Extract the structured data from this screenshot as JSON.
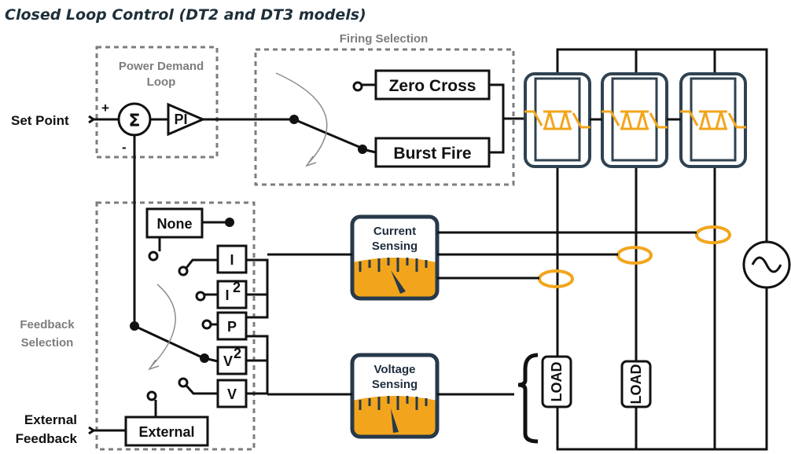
{
  "title": "Closed Loop Control (DT2 and DT3 models)",
  "power_demand_loop": {
    "label_line1": "Power Demand",
    "label_line2": "Loop",
    "sum_symbol": "Σ",
    "plus": "+",
    "minus": "-",
    "pi": "PI"
  },
  "set_point": "Set Point",
  "firing_selection": {
    "label": "Firing Selection",
    "zero_cross": "Zero Cross",
    "burst_fire": "Burst Fire"
  },
  "feedback_selection": {
    "label_line1": "Feedback",
    "label_line2": "Selection",
    "options": {
      "none": "None",
      "i": "I",
      "i2_base": "I",
      "i2_sup": "2",
      "p": "P",
      "v2_base": "V",
      "v2_sup": "2",
      "v": "V",
      "external": "External"
    }
  },
  "external_feedback": {
    "line1": "External",
    "line2": "Feedback"
  },
  "current_sensing": {
    "line1": "Current",
    "line2": "Sensing"
  },
  "voltage_sensing": {
    "line1": "Voltage",
    "line2": "Sensing"
  },
  "loads": [
    "LOAD",
    "LOAD"
  ],
  "colors": {
    "accent": "#f2a51c",
    "dashed": "#7d7d7d",
    "meter_frame": "#27394a",
    "thyristor_frame": "#2f4251",
    "line": "#111111"
  },
  "icons": {
    "ac_source": "ac-source-icon",
    "thyristor": "thyristor-icon",
    "meter": "gauge-icon"
  }
}
